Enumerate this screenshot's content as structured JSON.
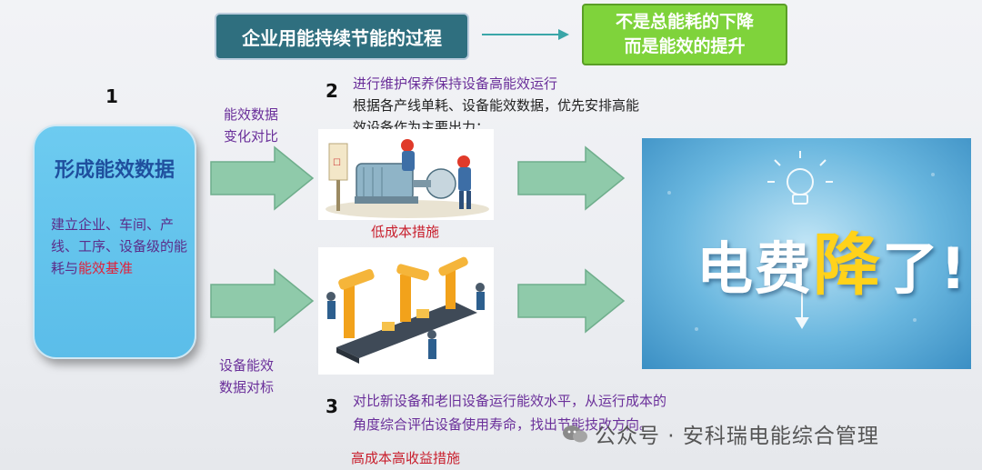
{
  "title": "企业用能持续节能的过程",
  "banner": {
    "line1": "不是总能耗的下降",
    "line2": "而是能效的提升"
  },
  "step1": {
    "number": "1",
    "box_title": "形成能效数据",
    "box_text_a": "建立企业、车间、产线、工序、设备级的能耗与",
    "box_text_b": "能效基准"
  },
  "labels": {
    "top_arrow_1": "能效数据",
    "top_arrow_2": "变化对比",
    "bottom_arrow_1": "设备能效",
    "bottom_arrow_2": "数据对标"
  },
  "step2": {
    "number": "2",
    "heading": "进行维护保养保持设备高能效运行",
    "body_1": "根据各产线单耗、设备能效数据，优先安排高能",
    "body_2": "效设备作为主要出力；",
    "measure": "低成本措施"
  },
  "step3": {
    "number": "3",
    "body_1": "对比新设备和老旧设备运行能效水平，从运行成本的",
    "body_2": "角度综合评估设备使用寿命，找出节能技改方向。",
    "measure": "高成本高收益措施"
  },
  "result_image": {
    "text_a": "电费",
    "text_b": "降",
    "text_c": "了!"
  },
  "watermark": "公众号 · 安科瑞电能综合管理",
  "colors": {
    "arrow_fill": "#8fcaaa",
    "box_blue": "#5bbde9",
    "title_teal": "#2f6f7f",
    "banner_green": "#7fd33b"
  }
}
